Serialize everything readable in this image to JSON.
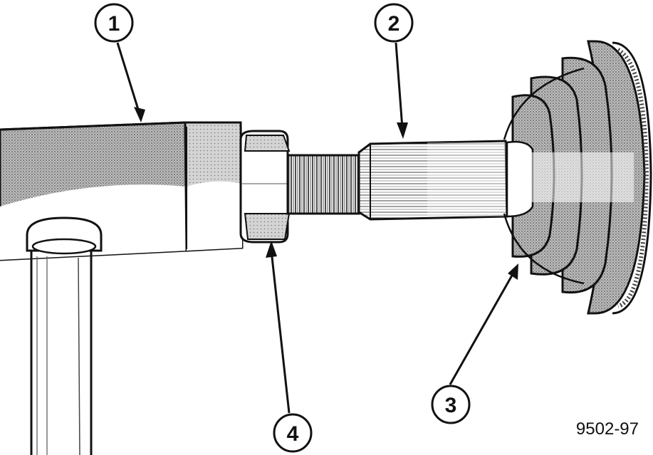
{
  "callouts": [
    {
      "label": "1"
    },
    {
      "label": "2"
    },
    {
      "label": "3"
    },
    {
      "label": "4"
    }
  ],
  "figure_id": "9502-97",
  "colors": {
    "ink": "#111111",
    "shade": "#8f8f8f",
    "paper": "#ffffff"
  }
}
